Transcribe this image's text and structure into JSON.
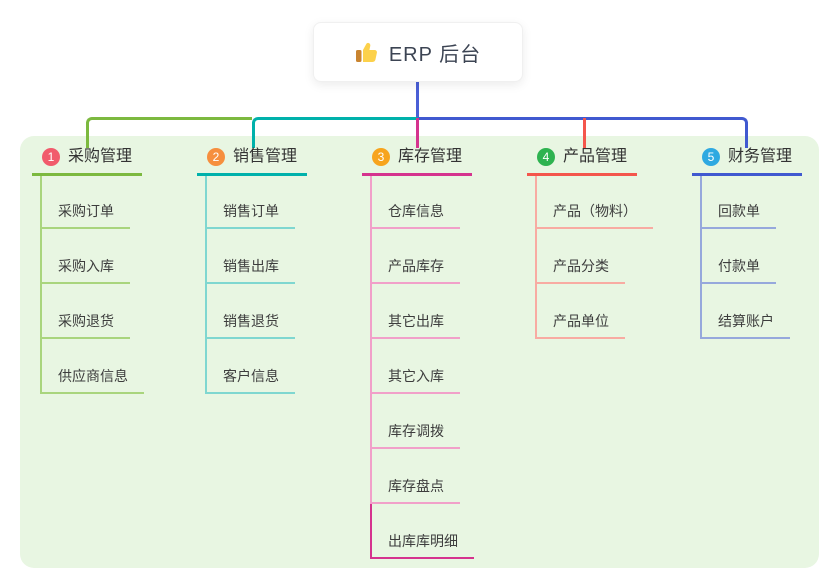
{
  "root": {
    "icon": "thumbs-up-icon",
    "label": "ERP 后台",
    "stem_color": "#4a5fd6"
  },
  "connectors": {
    "branch1_color": "#7cb93f",
    "branch2_color": "#00b1ab",
    "branch3_color": "#d5338e",
    "branch4_color": "#f4564c",
    "branch5_color": "#4059d0"
  },
  "panel_background": "#e8f6e2",
  "branches": [
    {
      "index": "1",
      "label": "采购管理",
      "badge_color": "#f15b6c",
      "line_color": "#7cb93f",
      "light_color": "#a9d57d",
      "children": [
        "采购订单",
        "采购入库",
        "采购退货",
        "供应商信息"
      ]
    },
    {
      "index": "2",
      "label": "销售管理",
      "badge_color": "#f68f3e",
      "line_color": "#00b1ab",
      "light_color": "#7fd7d0",
      "children": [
        "销售订单",
        "销售出库",
        "销售退货",
        "客户信息"
      ]
    },
    {
      "index": "3",
      "label": "库存管理",
      "badge_color": "#f7a41d",
      "line_color": "#d5338e",
      "light_color": "#f1a0c9",
      "children": [
        "仓库信息",
        "产品库存",
        "其它出库",
        "其它入库",
        "库存调拨",
        "库存盘点",
        "出库库明细"
      ]
    },
    {
      "index": "4",
      "label": "产品管理",
      "badge_color": "#2eb350",
      "line_color": "#f4564c",
      "light_color": "#f8aba2",
      "children": [
        "产品（物料）",
        "产品分类",
        "产品单位"
      ]
    },
    {
      "index": "5",
      "label": "财务管理",
      "badge_color": "#2fa9e1",
      "line_color": "#4059d0",
      "light_color": "#96a8dc",
      "children": [
        "回款单",
        "付款单",
        "结算账户"
      ]
    }
  ]
}
